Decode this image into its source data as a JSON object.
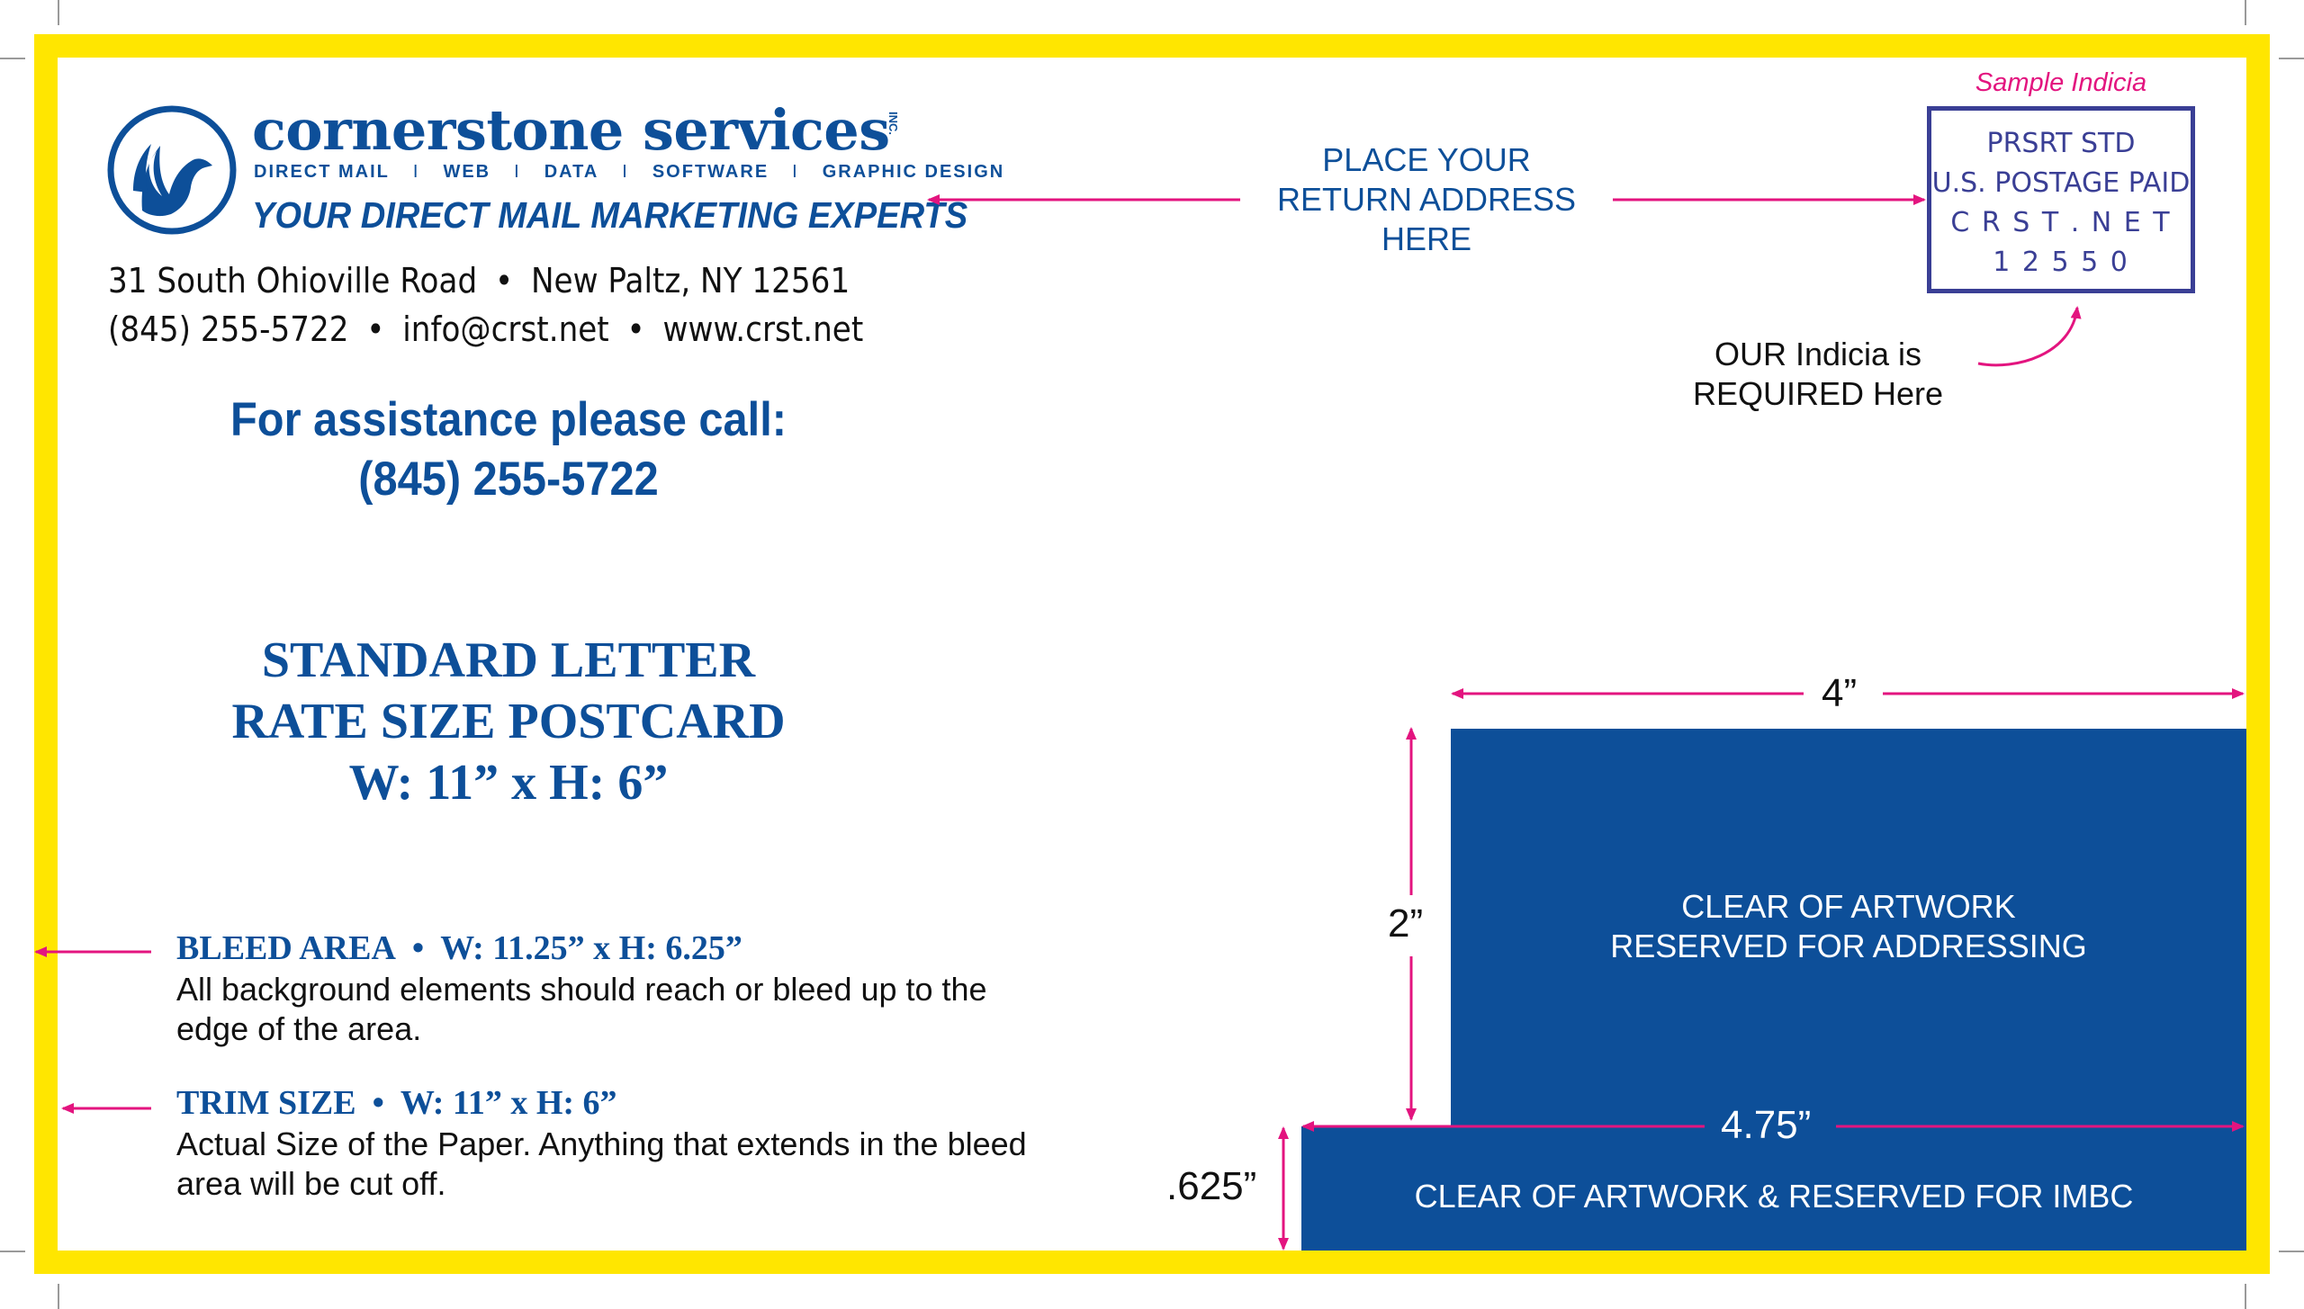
{
  "company": {
    "name": "cornerstone services",
    "inc": "INC.",
    "services": [
      "DIRECT MAIL",
      "WEB",
      "DATA",
      "SOFTWARE",
      "GRAPHIC DESIGN"
    ],
    "separator": "I",
    "tagline": "YOUR DIRECT MAIL MARKETING EXPERTS",
    "address": "31 South Ohioville Road",
    "city": "New Paltz, NY 12561",
    "phone": "(845) 255-5722",
    "email": "info@crst.net",
    "website": "www.crst.net",
    "bullet": "•"
  },
  "assistance": {
    "line1": "For assistance please call:",
    "line2": "(845) 255-5722"
  },
  "title": {
    "line1": "STANDARD LETTER",
    "line2": "RATE SIZE POSTCARD",
    "line3": "W: 11” x H: 6”"
  },
  "bleed": {
    "heading": "BLEED AREA",
    "size": "W: 11.25” x H: 6.25”",
    "text": "All background elements should reach or bleed up to the edge of the area."
  },
  "trim": {
    "heading": "TRIM SIZE",
    "size": "W: 11” x H: 6”",
    "text": "Actual Size of the Paper. Anything that extends in the bleed area will be cut off."
  },
  "return_address": {
    "line1": "PLACE YOUR",
    "line2": "RETURN ADDRESS",
    "line3": "HERE"
  },
  "indicia": {
    "label": "Sample Indicia",
    "line1": "PRSRT STD",
    "line2": "U.S. POSTAGE PAID",
    "line3": "C R S T . N E T",
    "line4": "1 2 5 5 0",
    "note_line1": "OUR Indicia is",
    "note_line2": "REQUIRED Here"
  },
  "address_block": {
    "line1": "CLEAR OF ARTWORK",
    "line2": "RESERVED FOR ADDRESSING"
  },
  "imbc_block": {
    "text": "CLEAR OF ARTWORK & RESERVED FOR IMBC"
  },
  "dimensions": {
    "width_address": "4”",
    "height_address": "2”",
    "width_imbc": "4.75”",
    "height_imbc": ".625”"
  },
  "colors": {
    "frame": "#ffe600",
    "brand_blue": "#0d4f99",
    "arrow_pink": "#e3147f",
    "indicia_border": "#3a3f95"
  }
}
